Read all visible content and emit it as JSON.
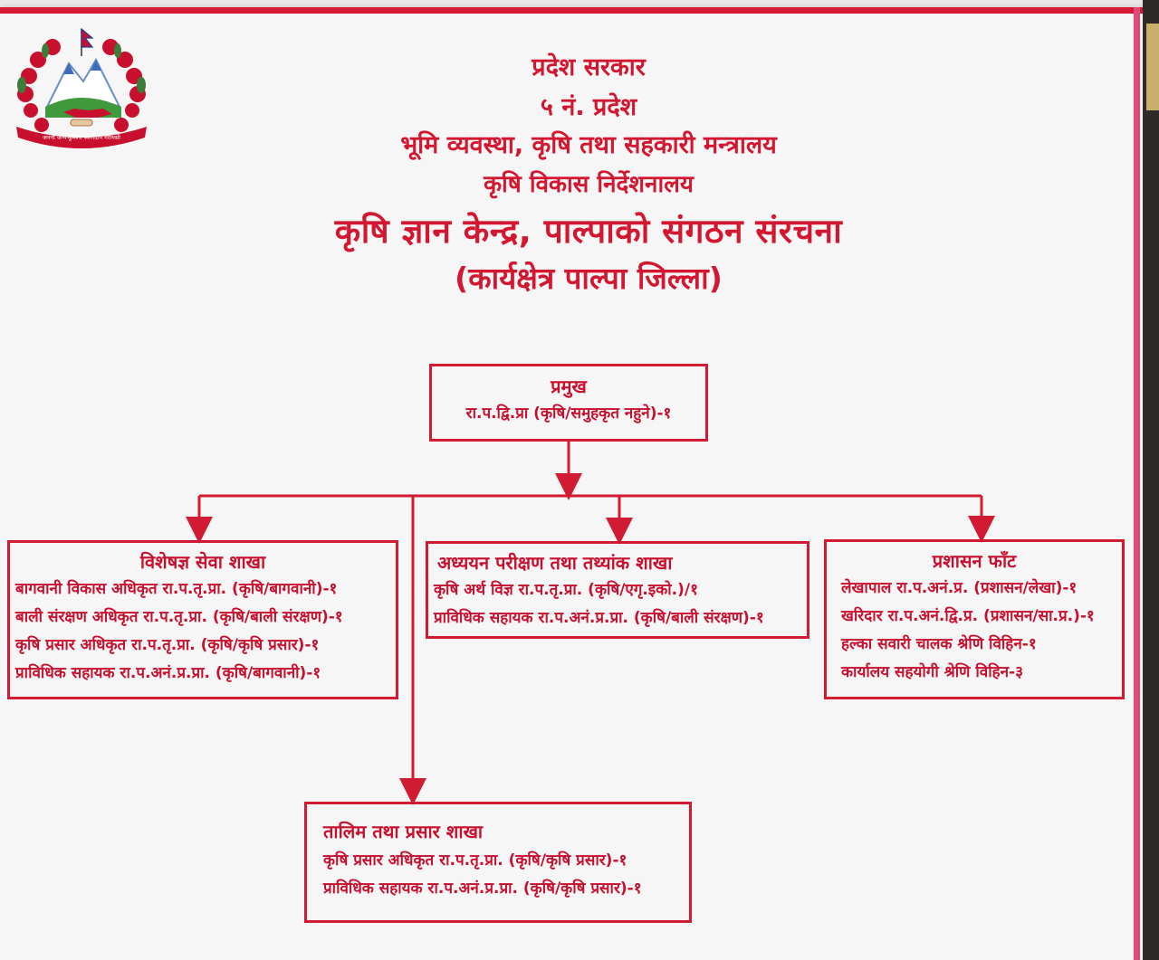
{
  "header": {
    "line1": "प्रदेश सरकार",
    "line2": "५ नं. प्रदेश",
    "line3": "भूमि व्यवस्था, कृषि तथा सहकारी मन्त्रालय",
    "line4": "कृषि विकास निर्देशनालय",
    "title": "कृषि ज्ञान केन्द्र, पाल्पाको संगठन संरचना",
    "subtitle": "(कार्यक्षेत्र पाल्पा जिल्ला)"
  },
  "emblem": {
    "icon": "nepal-government-emblem-icon",
    "motto": "जननी जन्मभूमिश्च स्वर्गादपि गरीयसी"
  },
  "chief": {
    "title": "प्रमुख",
    "lines": [
      "रा.प.द्वि.प्रा (कृषि/समुहकृत नहुने)-१"
    ]
  },
  "branches": {
    "specialist": {
      "title": "विशेषज्ञ सेवा शाखा",
      "lines": [
        "बागवानी विकास अधिकृत रा.प.तृ.प्रा. (कृषि/बागवानी)-१",
        "बाली संरक्षण अधिकृत रा.प.तृ.प्रा. (कृषि/बाली संरक्षण)-१",
        "कृषि प्रसार अधिकृत रा.प.तृ.प्रा. (कृषि/कृषि प्रसार)-१",
        "प्राविधिक सहायक रा.प.अनं.प्र.प्रा. (कृषि/बागवानी)-१"
      ]
    },
    "study": {
      "title": "अध्ययन परीक्षण तथा तथ्यांक शाखा",
      "lines": [
        "कृषि अर्थ विज्ञ रा.प.तृ.प्रा. (कृषि/एगृ.इको.)/१",
        "प्राविधिक सहायक रा.प.अनं.प्र.प्रा. (कृषि/बाली संरक्षण)-१"
      ]
    },
    "admin": {
      "title": "प्रशासन फाँट",
      "lines": [
        "लेखापाल रा.प.अनं.प्र. (प्रशासन/लेखा)-१",
        "खरिदार रा.प.अनं.द्वि.प्र. (प्रशासन/सा.प्र.)-१",
        "हल्का सवारी चालक श्रेणि विहिन-१",
        "कार्यालय सहयोगी श्रेणि विहिन-३"
      ]
    },
    "training": {
      "title": "तालिम तथा प्रसार शाखा",
      "lines": [
        "कृषि प्रसार अधिकृत रा.प.तृ.प्रा. (कृषि/कृषि प्रसार)-१",
        "प्राविधिक सहायक रा.प.अनं.प्र.प्रा. (कृषि/कृषि प्रसार)-१"
      ]
    }
  },
  "colors": {
    "accent": "#d11b32",
    "text": "#c8102e",
    "paper": "#f7f6f6",
    "frame_right": "#e14a78"
  }
}
